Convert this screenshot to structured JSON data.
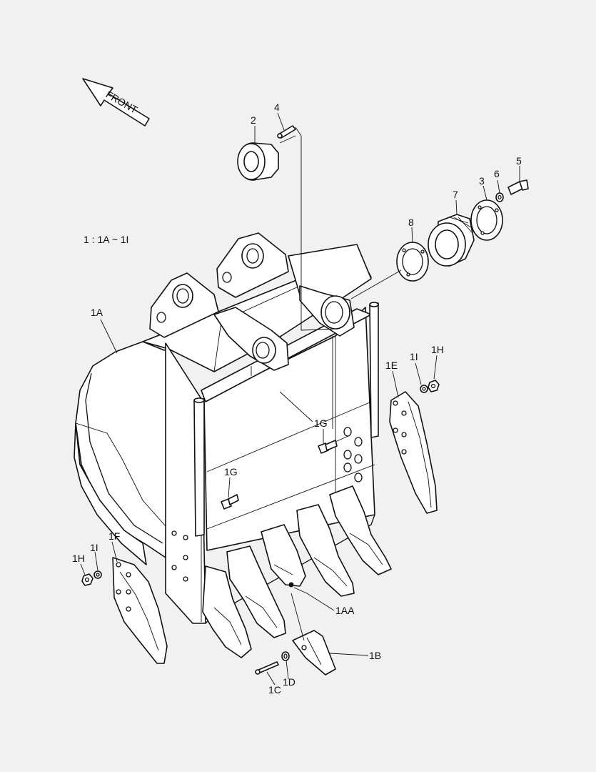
{
  "front_arrow": {
    "label": "FRONT"
  },
  "legend": {
    "text": "1 : 1A ~ 1I"
  },
  "callouts": [
    {
      "id": "c-2",
      "text": "2"
    },
    {
      "id": "c-4",
      "text": "4"
    },
    {
      "id": "c-3",
      "text": "3"
    },
    {
      "id": "c-6",
      "text": "6"
    },
    {
      "id": "c-5",
      "text": "5"
    },
    {
      "id": "c-7",
      "text": "7"
    },
    {
      "id": "c-8",
      "text": "8"
    },
    {
      "id": "c-1A",
      "text": "1A"
    },
    {
      "id": "c-1E",
      "text": "1E"
    },
    {
      "id": "c-1I-right",
      "text": "1I"
    },
    {
      "id": "c-1H-right",
      "text": "1H"
    },
    {
      "id": "c-1G-mid",
      "text": "1G"
    },
    {
      "id": "c-1G-left",
      "text": "1G"
    },
    {
      "id": "c-1F",
      "text": "1F"
    },
    {
      "id": "c-1H-left",
      "text": "1H"
    },
    {
      "id": "c-1I-left",
      "text": "1I"
    },
    {
      "id": "c-1AA",
      "text": "1AA"
    },
    {
      "id": "c-1B",
      "text": "1B"
    },
    {
      "id": "c-1C",
      "text": "1C"
    },
    {
      "id": "c-1D",
      "text": "1D"
    }
  ]
}
